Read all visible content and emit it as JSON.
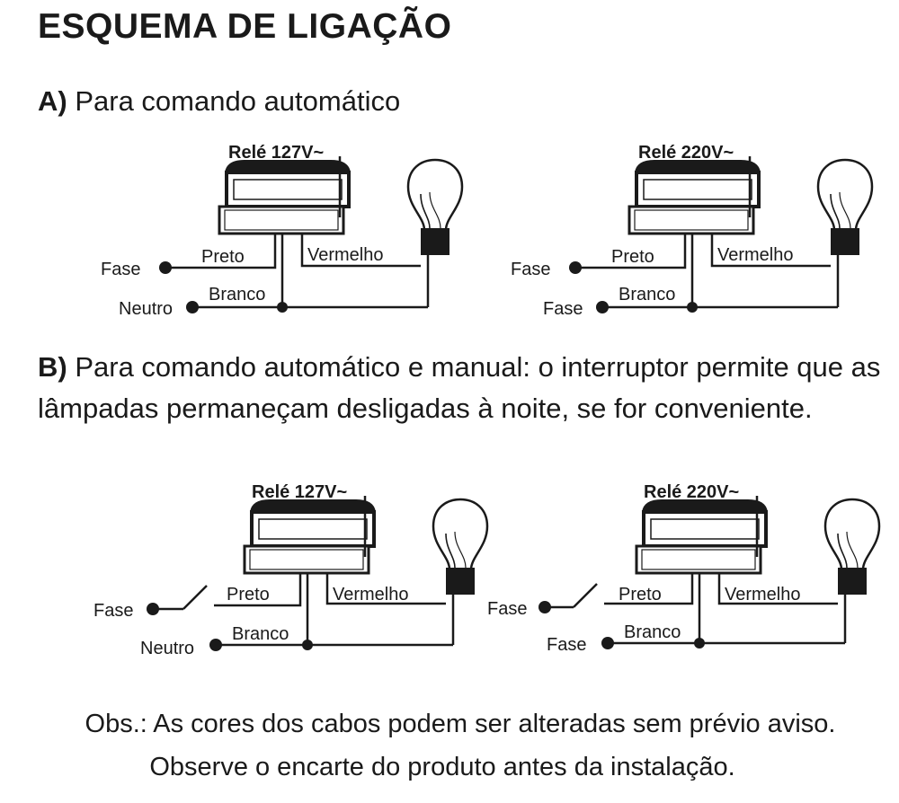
{
  "title": "ESQUEMA DE LIGAÇÃO",
  "section_a": {
    "letter": "A)",
    "text": " Para comando automático"
  },
  "section_b": {
    "letter": "B)",
    "text": " Para comando automático e manual: o interruptor permite que as lâmpadas permaneçam desligadas à noite, se for conveniente."
  },
  "diagrams": [
    {
      "relay": "Relé 127V~",
      "in1": "Fase",
      "in2": "Neutro",
      "w1": "Preto",
      "w2": "Branco",
      "w3": "Vermelho"
    },
    {
      "relay": "Relé 220V~",
      "in1": "Fase",
      "in2": "Fase",
      "w1": "Preto",
      "w2": "Branco",
      "w3": "Vermelho"
    },
    {
      "relay": "Relé 127V~",
      "in1": "Fase",
      "in2": "Neutro",
      "w1": "Preto",
      "w2": "Branco",
      "w3": "Vermelho"
    },
    {
      "relay": "Relé 220V~",
      "in1": "Fase",
      "in2": "Fase",
      "w1": "Preto",
      "w2": "Branco",
      "w3": "Vermelho"
    }
  ],
  "obs": {
    "line1": "Obs.: As cores dos cabos podem ser alteradas sem prévio aviso.",
    "line2": "Observe o encarte do produto antes da instalação."
  }
}
